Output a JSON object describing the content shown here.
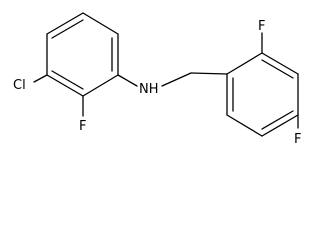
{
  "molecule": {
    "atom_labels": {
      "chlorine": "Cl",
      "amine": "NH",
      "fluoro_left": "F",
      "fluoro_right_ortho": "F",
      "fluoro_right_para": "F"
    }
  }
}
